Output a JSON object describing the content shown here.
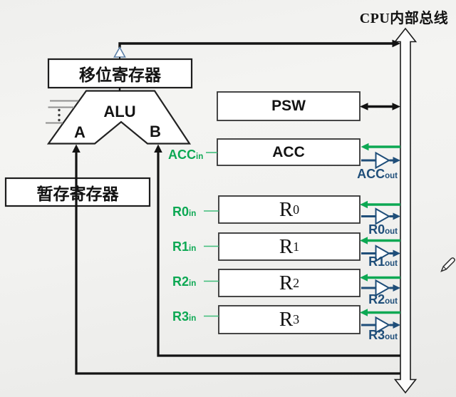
{
  "title": "CPU内部总线",
  "palette": {
    "wire": "#131313",
    "green": "#0ca853",
    "navy": "#1f4e79",
    "buffer_stroke": "#5b7fa6",
    "bus_fill": "#fcfcfc"
  },
  "icons": {
    "pen_cursor": "pen-icon",
    "bus": "double-arrow-bus",
    "output_gate": "tri-state-buffer"
  },
  "alu": {
    "label": "ALU",
    "port_a": "A",
    "port_b": "B"
  },
  "shift_register": {
    "label": "移位寄存器"
  },
  "temp_register": {
    "label": "暂存寄存器"
  },
  "psw": {
    "label": "PSW"
  },
  "acc": {
    "label": "ACC",
    "in": {
      "base": "ACC",
      "sub": "in"
    },
    "out": {
      "base": "ACC",
      "sub": "out"
    }
  },
  "gp_registers": [
    {
      "base": "R",
      "sub": "0",
      "in": {
        "base": "R0",
        "sub": "in"
      },
      "out": {
        "base": "R0",
        "sub": "out"
      }
    },
    {
      "base": "R",
      "sub": "1",
      "in": {
        "base": "R1",
        "sub": "in"
      },
      "out": {
        "base": "R1",
        "sub": "out"
      }
    },
    {
      "base": "R",
      "sub": "2",
      "in": {
        "base": "R2",
        "sub": "in"
      },
      "out": {
        "base": "R2",
        "sub": "out"
      }
    },
    {
      "base": "R",
      "sub": "3",
      "in": {
        "base": "R3",
        "sub": "in"
      },
      "out": {
        "base": "R3",
        "sub": "out"
      }
    }
  ]
}
